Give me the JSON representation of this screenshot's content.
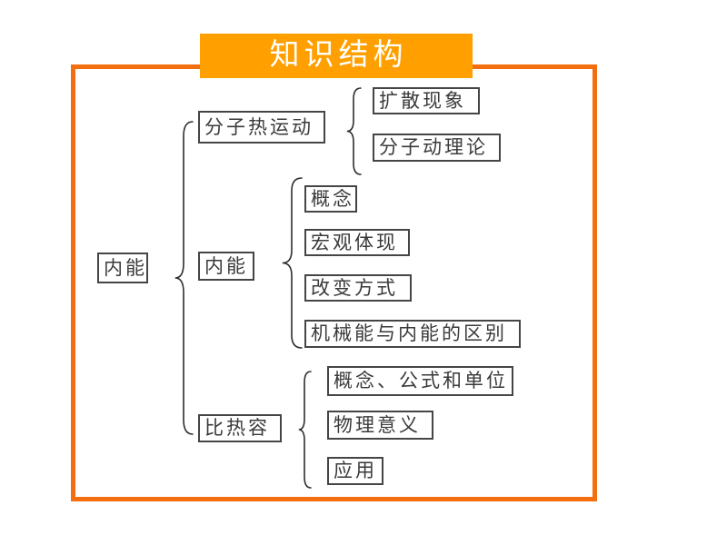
{
  "title": "知识结构",
  "colors": {
    "banner_background": "#FFA000",
    "frame_border": "#F26E0E",
    "box_border": "#454545",
    "text": "#3A3A3A",
    "title_text": "#FFFFFF"
  },
  "tree": {
    "root": "内能",
    "branches": [
      {
        "label": "分子热运动",
        "children": [
          "扩散现象",
          "分子动理论"
        ]
      },
      {
        "label": "内能",
        "children": [
          "概念",
          "宏观体现",
          "改变方式",
          "机械能与内能的区别"
        ]
      },
      {
        "label": "比热容",
        "children": [
          "概念、公式和单位",
          "物理意义",
          "应用"
        ]
      }
    ]
  }
}
